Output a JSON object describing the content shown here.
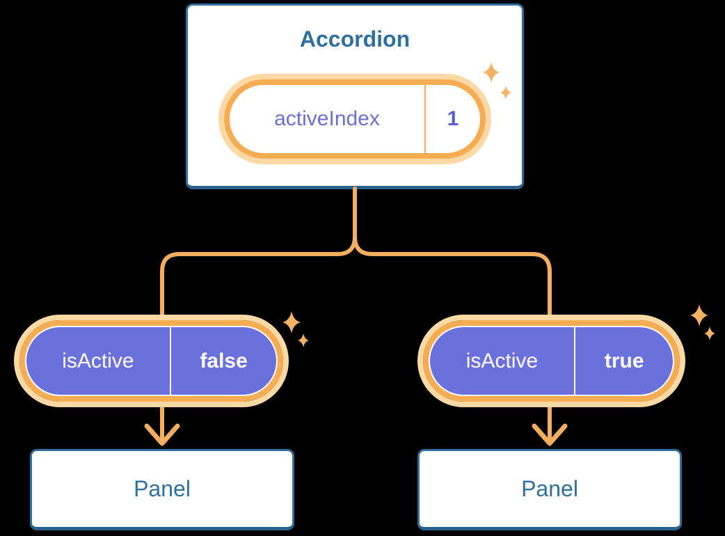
{
  "accordion": {
    "title": "Accordion",
    "state_pill": {
      "label": "activeIndex",
      "value": "1"
    }
  },
  "branches": [
    {
      "prop_pill": {
        "label": "isActive",
        "value": "false"
      },
      "panel": {
        "label": "Panel"
      }
    },
    {
      "prop_pill": {
        "label": "isActive",
        "value": "true"
      },
      "panel": {
        "label": "Panel"
      }
    }
  ],
  "colors": {
    "background": "#000000",
    "box_border": "#2F6F9E",
    "box_border_bottom": "#29618D",
    "box_text": "#2F6F9E",
    "pill_halo_peach": "#FBD9A4",
    "pill_ring_orange": "#F5AC53",
    "pill_fill_indigo": "#6A70DC",
    "pill_label_indigo": "#6A6FD8",
    "pill_value_indigo": "#555CD6",
    "pill_text_white": "#FFFFFF",
    "connector_orange": "#F3AE5F",
    "sparkle_orange": "#F4B266"
  }
}
